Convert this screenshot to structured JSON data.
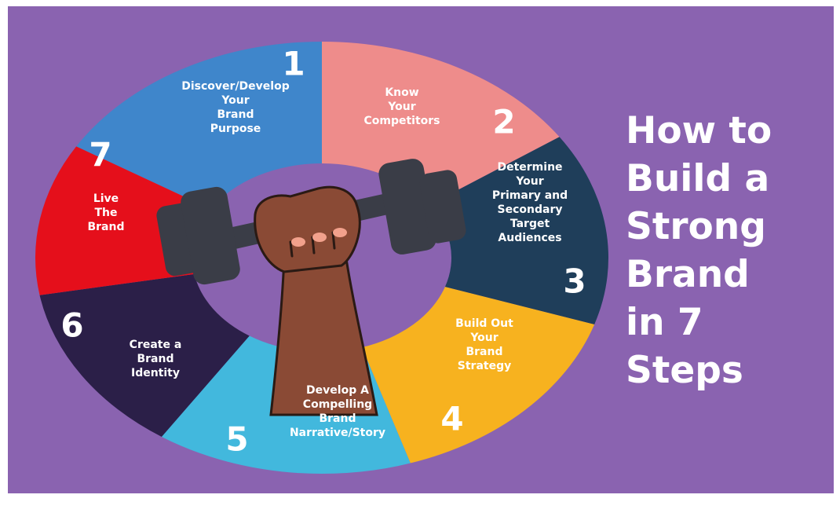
{
  "headline": {
    "lines": [
      "How to",
      "Build a",
      "Strong",
      "Brand",
      "in 7",
      "Steps"
    ]
  },
  "steps": [
    {
      "number": "1",
      "lines": [
        "Discover/Develop",
        "Your",
        "Brand",
        "Purpose"
      ],
      "color": "#3f86cb"
    },
    {
      "number": "2",
      "lines": [
        "Know",
        "Your",
        "Competitors"
      ],
      "color": "#ee8c8b"
    },
    {
      "number": "3",
      "lines": [
        "Determine",
        "Your",
        "Primary and",
        "Secondary",
        "Target",
        "Audiences"
      ],
      "color": "#1f3e5a"
    },
    {
      "number": "4",
      "lines": [
        "Build Out",
        "Your",
        "Brand",
        "Strategy"
      ],
      "color": "#f7b21f"
    },
    {
      "number": "5",
      "lines": [
        "Develop A",
        "Compelling",
        "Brand",
        "Narrative/Story"
      ],
      "color": "#42b8dd"
    },
    {
      "number": "6",
      "lines": [
        "Create a",
        "Brand",
        "Identity"
      ],
      "color": "#2b1f48"
    },
    {
      "number": "7",
      "lines": [
        "Live",
        "The",
        "Brand"
      ],
      "color": "#e50f1b"
    }
  ],
  "colors": {
    "background": "#8a63b0",
    "dumbbell": "#3a3d47",
    "arm": "#8a4a35",
    "arm_outline": "#2a1a14",
    "text": "#ffffff"
  }
}
